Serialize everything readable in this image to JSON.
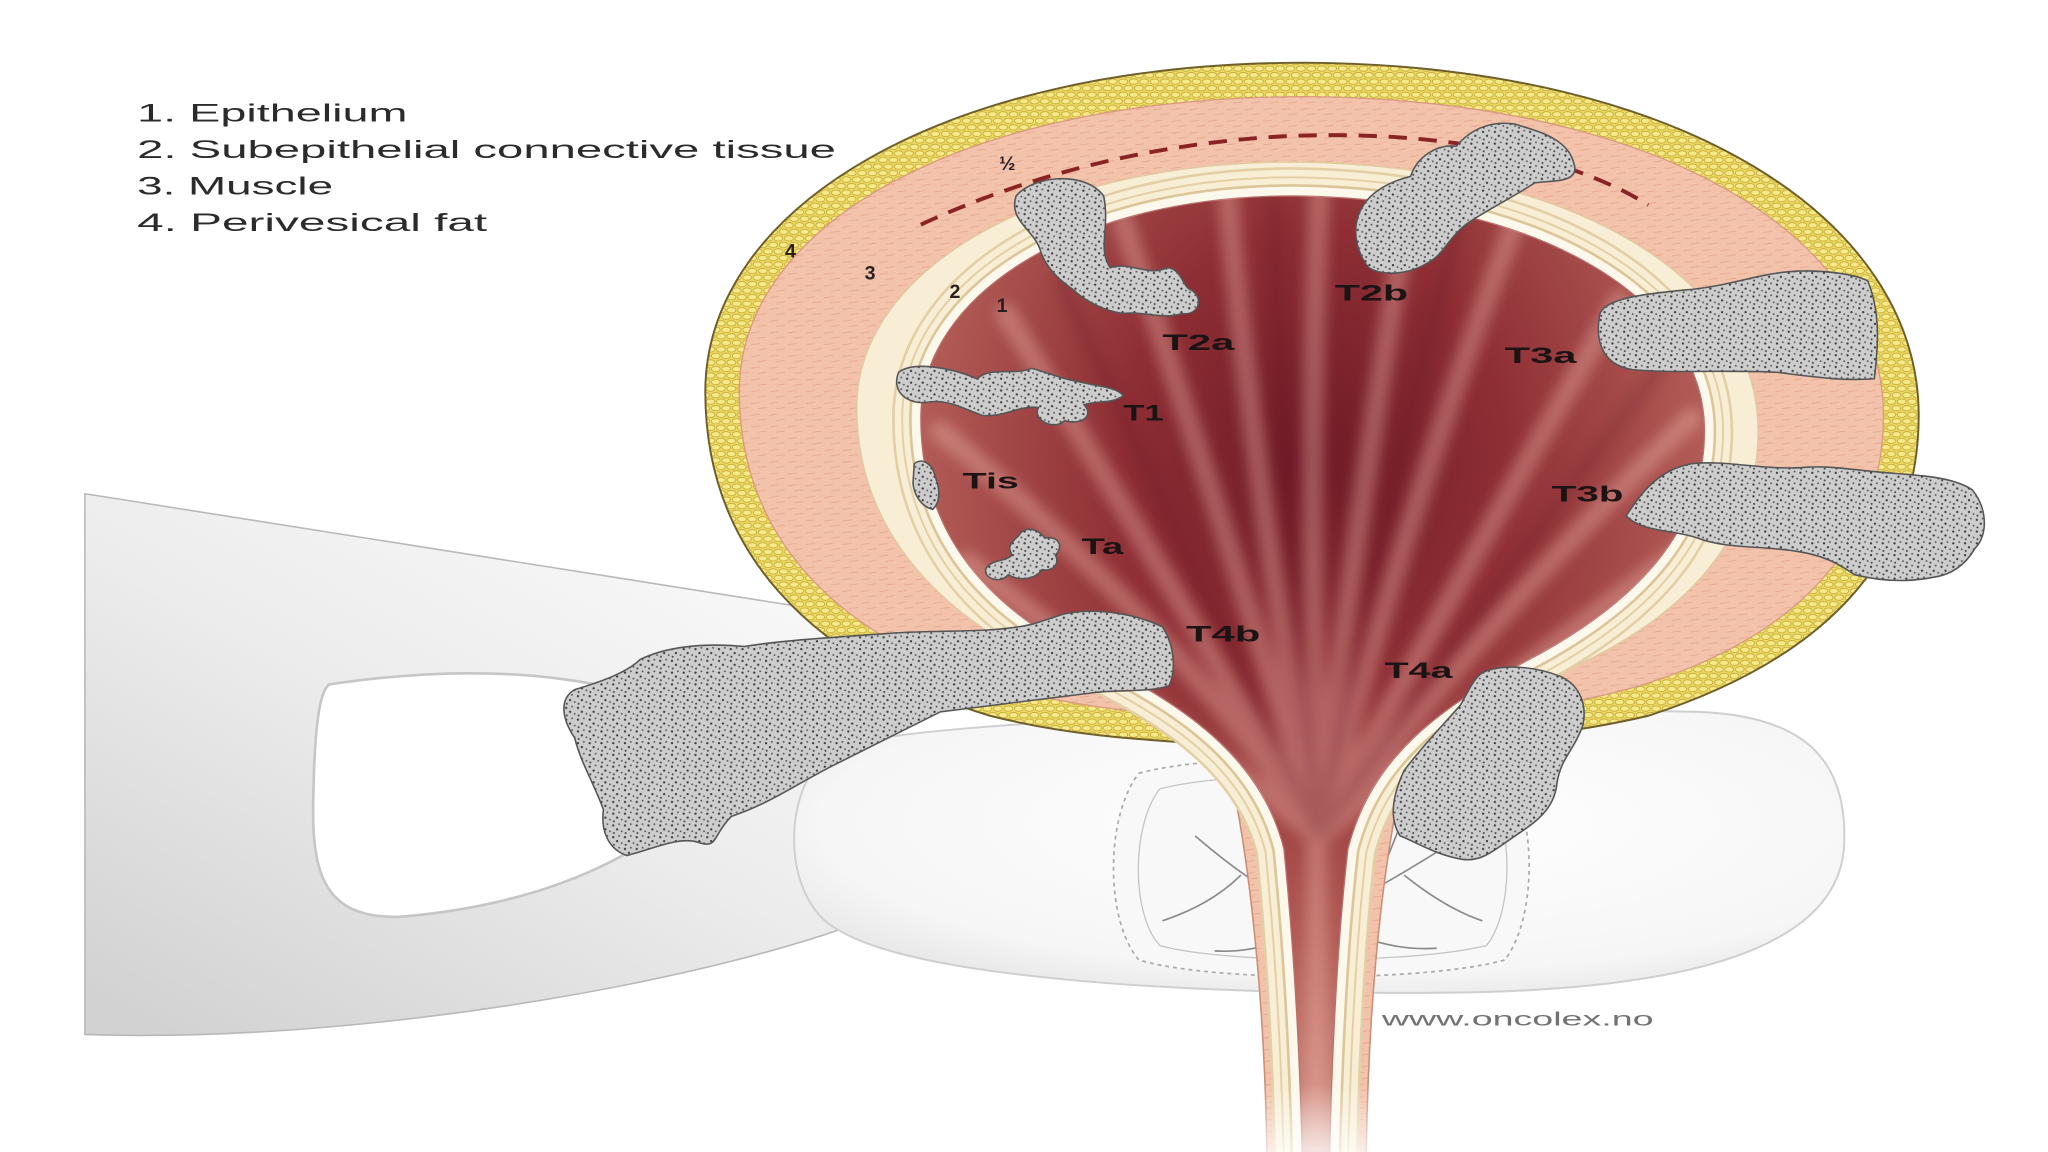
{
  "legend": {
    "items": [
      "1. Epithelium",
      "2. Subepithelial connective tissue",
      "3. Muscle",
      "4. Perivesical fat"
    ]
  },
  "layer_numbers": {
    "fat": "4",
    "muscle": "3",
    "connective_tissue": "2",
    "epithelium": "1"
  },
  "muscle_midline_label": "½",
  "tumor_labels": {
    "T2a": "T2a",
    "T2b": "T2b",
    "T3a": "T3a",
    "T1": "T1",
    "Tis": "Tis",
    "T3b": "T3b",
    "Ta": "Ta",
    "T4b": "T4b",
    "T4a": "T4a"
  },
  "watermark": "www.oncolex.no",
  "colors": {
    "lumen": "#8e2e34",
    "muscle": "#f3c2ab",
    "connective_tissue": "#f8eed6",
    "perivesical_fat": "#eedb62",
    "tumor": "#c8c8c8",
    "bone": "#e4e4e4"
  }
}
